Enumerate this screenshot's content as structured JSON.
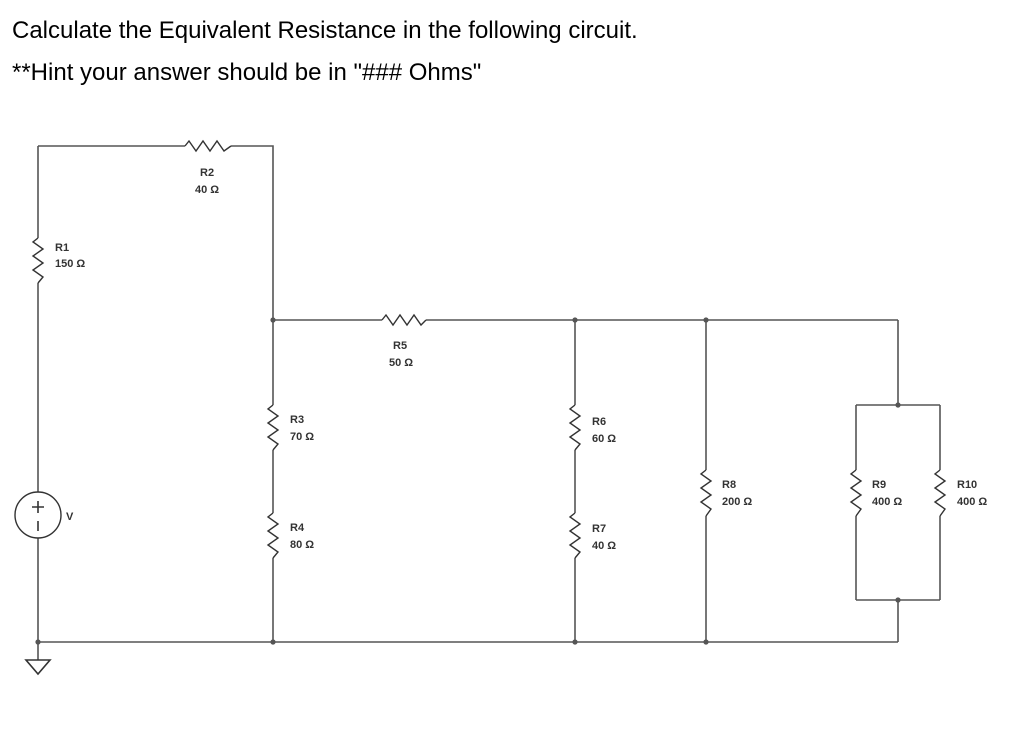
{
  "question": {
    "line1": "Calculate the Equivalent Resistance in the following circuit.",
    "line2": "**Hint your answer should be in \"### Ohms\""
  },
  "circuit": {
    "source": {
      "name": "V"
    },
    "resistors": [
      {
        "id": "R1",
        "name": "R1",
        "value": "150 Ω"
      },
      {
        "id": "R2",
        "name": "R2",
        "value": "40 Ω"
      },
      {
        "id": "R3",
        "name": "R3",
        "value": "70 Ω"
      },
      {
        "id": "R4",
        "name": "R4",
        "value": "80 Ω"
      },
      {
        "id": "R5",
        "name": "R5",
        "value": "50 Ω"
      },
      {
        "id": "R6",
        "name": "R6",
        "value": "60 Ω"
      },
      {
        "id": "R7",
        "name": "R7",
        "value": "40 Ω"
      },
      {
        "id": "R8",
        "name": "R8",
        "value": "200 Ω"
      },
      {
        "id": "R9",
        "name": "R9",
        "value": "400 Ω"
      },
      {
        "id": "R10",
        "name": "R10",
        "value": "400 Ω"
      }
    ],
    "colors": {
      "wire": "#555555",
      "component": "#333333",
      "text": "#000000",
      "background": "#ffffff"
    }
  }
}
